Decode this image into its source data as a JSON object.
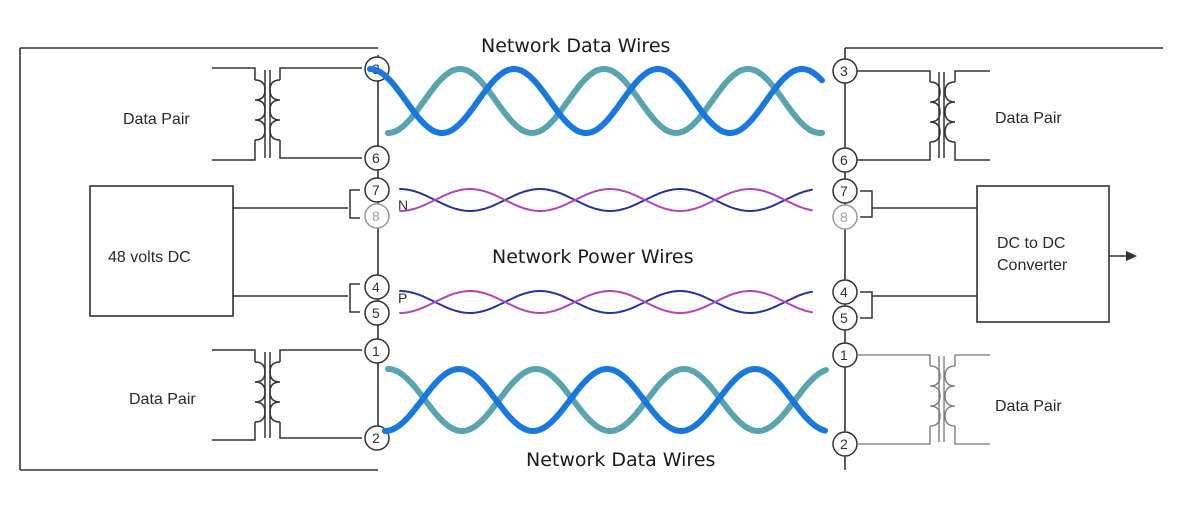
{
  "labels": {
    "network_data_wires_top": "Network Data Wires",
    "network_power_wires": "Network Power Wires",
    "network_data_wires_bottom": "Network Data Wires",
    "data_pair": "Data Pair",
    "volts_dc": "48 volts DC",
    "converter_line1": "DC to DC",
    "converter_line2": "Converter",
    "partial_n": "N",
    "partial_p": "P"
  },
  "pins": {
    "left": [
      "3",
      "6",
      "7",
      "8",
      "4",
      "5",
      "1",
      "2"
    ],
    "right": [
      "3",
      "6",
      "7",
      "8",
      "4",
      "5",
      "1",
      "2"
    ]
  },
  "colors": {
    "data_wire_blue": "#1878e0",
    "data_wire_teal": "#5aa4b0",
    "power_wire_magenta": "#b246b4",
    "power_wire_navy": "#2a3494",
    "line": "#333333",
    "pin_faded": "#a0a0a0"
  }
}
